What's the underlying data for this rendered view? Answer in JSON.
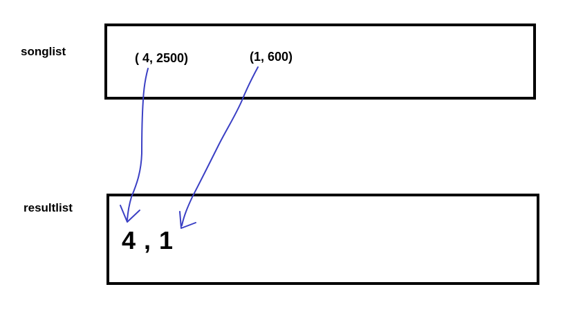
{
  "songlist": {
    "label": "songlist",
    "items": [
      "( 4, 2500)",
      "(1, 600)"
    ]
  },
  "resultlist": {
    "label": "resultlist",
    "value": "4 , 1"
  },
  "colors": {
    "box_border": "#000000",
    "arrow": "#3a3fc4"
  }
}
